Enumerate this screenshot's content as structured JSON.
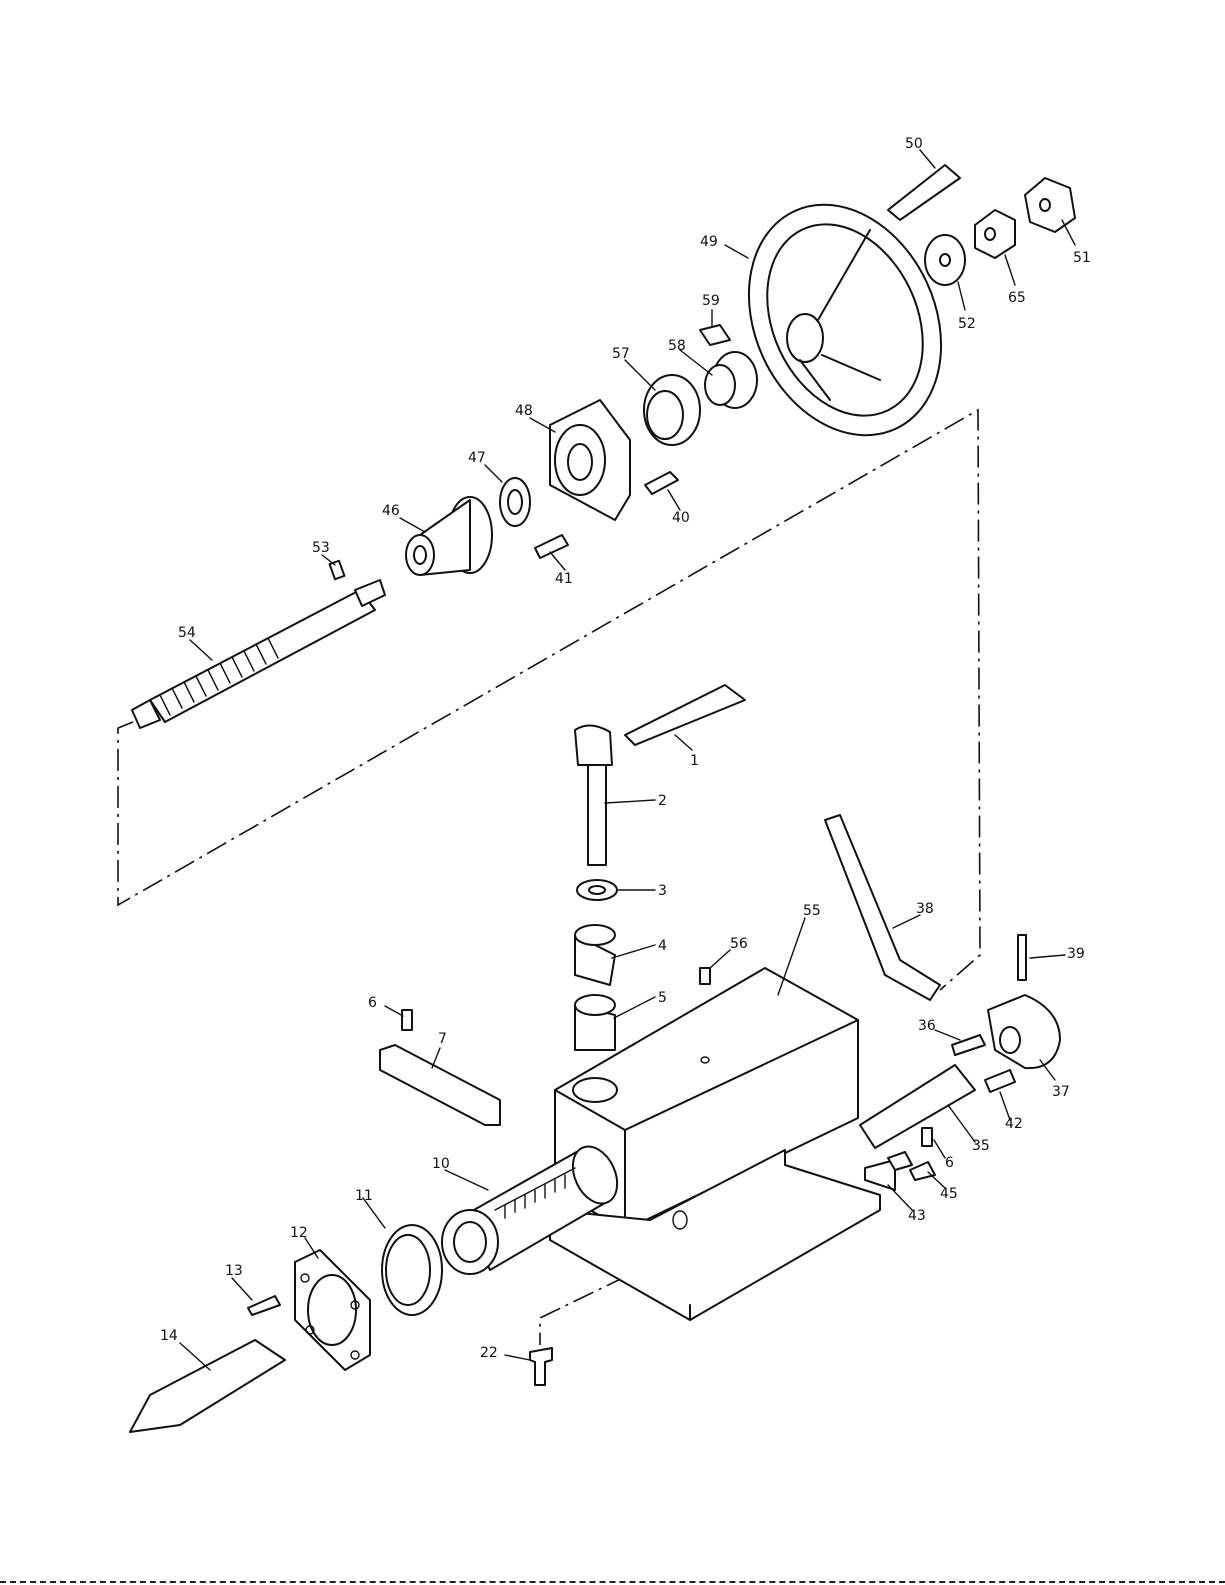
{
  "labels": {
    "p1": "1",
    "p2": "2",
    "p3": "3",
    "p4": "4",
    "p5": "5",
    "p6a": "6",
    "p6b": "6",
    "p7": "7",
    "p10": "10",
    "p11": "11",
    "p12": "12",
    "p13": "13",
    "p14": "14",
    "p22": "22",
    "p35": "35",
    "p36": "36",
    "p37": "37",
    "p38": "38",
    "p39": "39",
    "p40": "40",
    "p41": "41",
    "p42": "42",
    "p43": "43",
    "p45": "45",
    "p46": "46",
    "p47": "47",
    "p48": "48",
    "p49": "49",
    "p50": "50",
    "p51": "51",
    "p52": "52",
    "p53": "53",
    "p54": "54",
    "p55": "55",
    "p56": "56",
    "p57": "57",
    "p58": "58",
    "p59": "59",
    "p65": "65"
  }
}
